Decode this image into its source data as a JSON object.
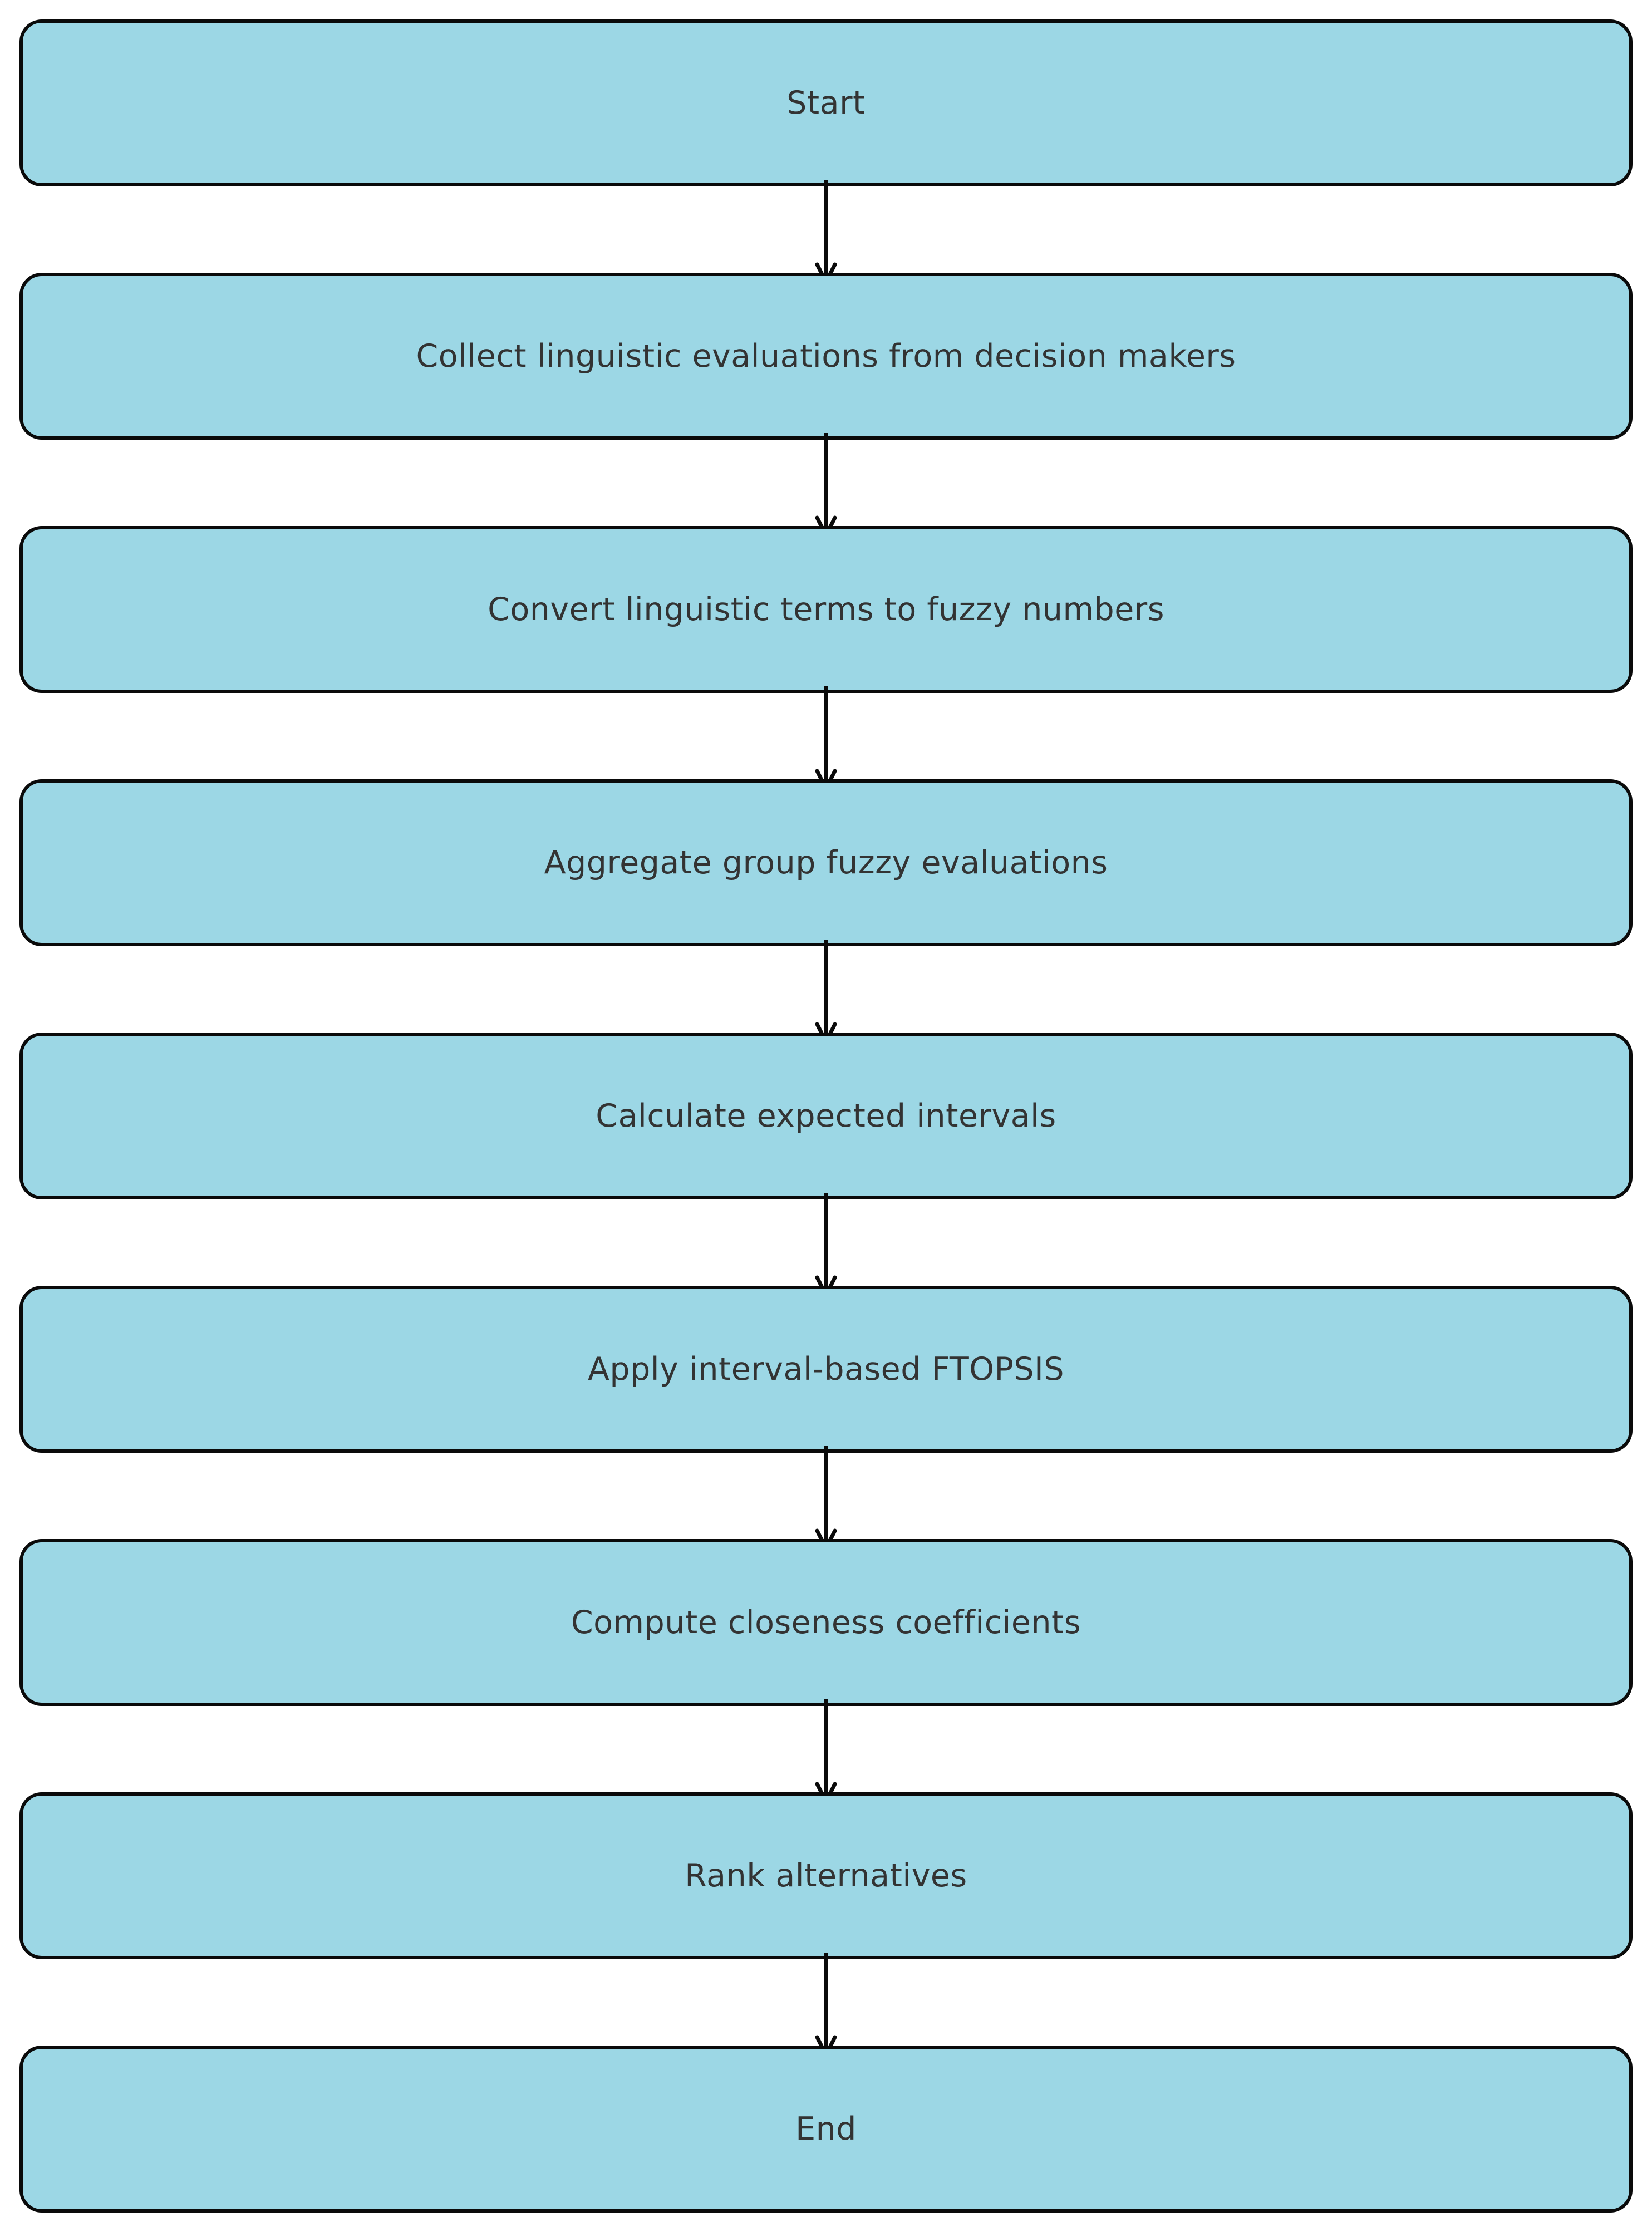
{
  "diagram": {
    "type": "flowchart",
    "direction": "top-down",
    "background_color": "#ffffff",
    "node_fill_color": "#9CD7E5",
    "node_border_color": "#0a0a0a",
    "arrow_color": "#0a0a0a",
    "text_color": "#333333",
    "steps": [
      {
        "id": "start",
        "label": "Start"
      },
      {
        "id": "collect",
        "label": "Collect linguistic evaluations from decision makers"
      },
      {
        "id": "convert",
        "label": "Convert linguistic terms to fuzzy numbers"
      },
      {
        "id": "aggregate",
        "label": "Aggregate group fuzzy evaluations"
      },
      {
        "id": "expected-intervals",
        "label": "Calculate expected intervals"
      },
      {
        "id": "ftopsis",
        "label": "Apply interval-based FTOPSIS"
      },
      {
        "id": "closeness",
        "label": "Compute closeness coefficients"
      },
      {
        "id": "rank",
        "label": "Rank alternatives"
      },
      {
        "id": "end",
        "label": "End"
      }
    ],
    "edges": [
      [
        "start",
        "collect"
      ],
      [
        "collect",
        "convert"
      ],
      [
        "convert",
        "aggregate"
      ],
      [
        "aggregate",
        "expected-intervals"
      ],
      [
        "expected-intervals",
        "ftopsis"
      ],
      [
        "ftopsis",
        "closeness"
      ],
      [
        "closeness",
        "rank"
      ],
      [
        "rank",
        "end"
      ]
    ]
  }
}
